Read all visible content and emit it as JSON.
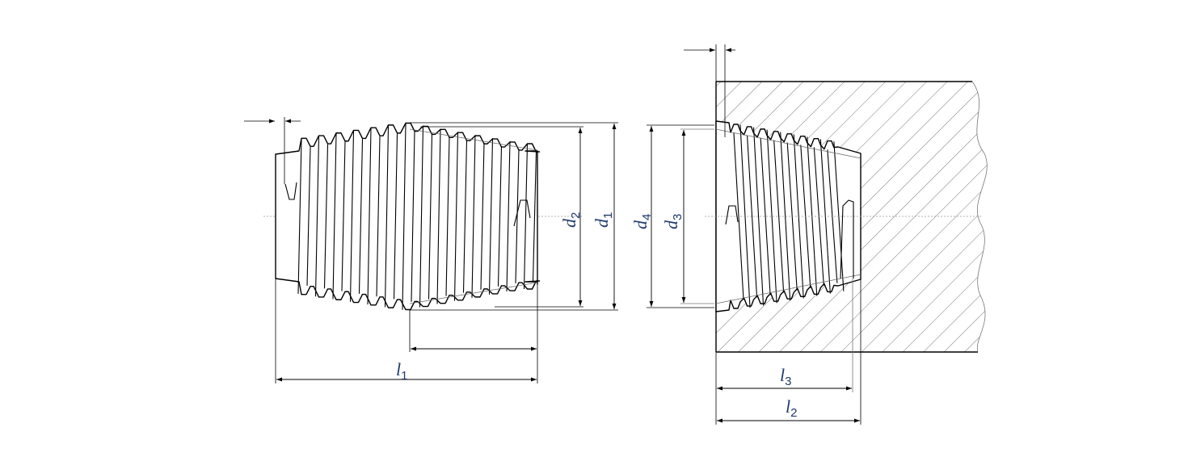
{
  "figure": {
    "external_thread": {
      "labels": {
        "d1": {
          "main": "d",
          "sub": "1"
        },
        "d2": {
          "main": "d",
          "sub": "2"
        },
        "l1": {
          "main": "l",
          "sub": "1"
        }
      }
    },
    "internal_thread": {
      "labels": {
        "d3": {
          "main": "d",
          "sub": "3"
        },
        "d4": {
          "main": "d",
          "sub": "4"
        },
        "l2": {
          "main": "l",
          "sub": "2"
        },
        "l3": {
          "main": "l",
          "sub": "3"
        }
      }
    },
    "colors": {
      "line": "#000000",
      "label": "#1f3a6e",
      "hatch": "#555555",
      "centerline": "#888888"
    }
  }
}
